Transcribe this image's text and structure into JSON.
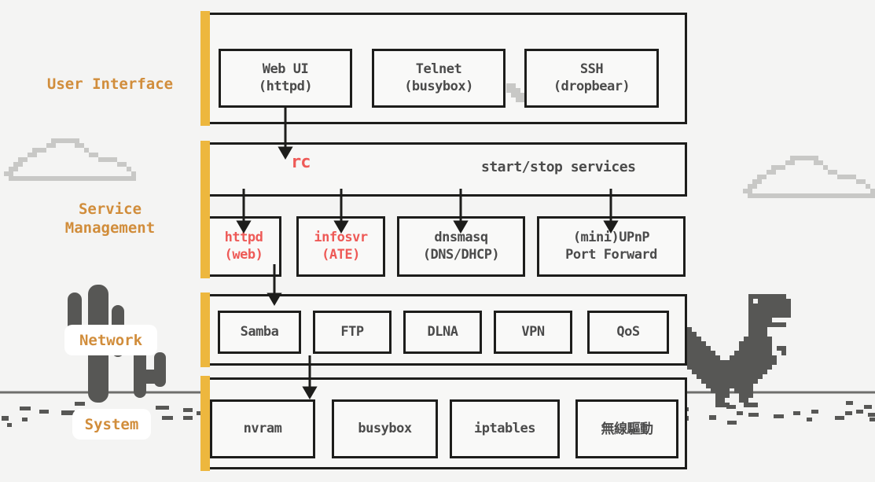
{
  "labels": {
    "user_interface": "User Interface",
    "service_line1": "Service",
    "service_line2": "Management",
    "network": "Network",
    "system": "System"
  },
  "service_strip": {
    "rc": "rc",
    "note": "start/stop services"
  },
  "boxes": {
    "ui": [
      [
        "Web UI",
        "(httpd)"
      ],
      [
        "Telnet",
        "(busybox)"
      ],
      [
        "SSH",
        "(dropbear)"
      ]
    ],
    "service": [
      [
        "httpd",
        "(web)"
      ],
      [
        "infosvr",
        "(ATE)"
      ],
      [
        "dnsmasq",
        "(DNS/DHCP)"
      ],
      [
        "(mini)UPnP",
        "Port Forward"
      ]
    ],
    "network": [
      "Samba",
      "FTP",
      "DLNA",
      "VPN",
      "QoS"
    ],
    "system": [
      "nvram",
      "busybox",
      "iptables",
      "無線驅動"
    ]
  },
  "colors": {
    "accent_orange": "#d18d3b",
    "bar_yellow": "#edb73e",
    "highlight_red": "#ee5a57",
    "box_border": "#1d1d1b",
    "text_dark": "#4b4b4b",
    "pixel_gray": "#575755",
    "ground_gray": "#6e6e6c",
    "cloud_gray": "#c8c8c6"
  },
  "decorations": {
    "dino_pixels": [
      ".............########.",
      ".............#.#######",
      ".............#########",
      ".............#########",
      ".............#########",
      ".............#####....",
      ".............########.",
      "#............####.....",
      "##...........####.....",
      "###.........######....",
      "####.......#######....",
      "#####......#######.##.",
      "######....########..#.",
      "#######..##########...",
      "###################...",
      "##################....",
      ".################.....",
      "..##############......",
      "...############.......",
      "....##########........",
      ".....####.####........",
      "......###..###........",
      "......##...##.........",
      "......###...###......."
    ],
    "cloud_pixels": [
      "..........######............",
      ".........##....##...........",
      "......###........#..........",
      ".....##...........##........",
      "...##...............####....",
      "..##....................##..",
      ".##.......................#.",
      "##.........................#",
      ".###########################"
    ],
    "fragment_pixels": [
      "##..",
      "###.",
      ".###",
      "..##"
    ],
    "ground_debris": [
      [
        2,
        529,
        9,
        6
      ],
      [
        9,
        538,
        6,
        5
      ],
      [
        25,
        517,
        14,
        5
      ],
      [
        28,
        531,
        7,
        5
      ],
      [
        50,
        521,
        12,
        5
      ],
      [
        78,
        522,
        17,
        6
      ],
      [
        95,
        511,
        13,
        5
      ],
      [
        198,
        516,
        17,
        5
      ],
      [
        206,
        529,
        14,
        5
      ],
      [
        233,
        519,
        12,
        5
      ],
      [
        233,
        529,
        12,
        5
      ],
      [
        250,
        523,
        9,
        5
      ],
      [
        869,
        518,
        7,
        5
      ],
      [
        869,
        529,
        7,
        6
      ],
      [
        902,
        528,
        9,
        6
      ],
      [
        924,
        515,
        12,
        5
      ],
      [
        937,
        523,
        8,
        5
      ],
      [
        952,
        525,
        13,
        5
      ],
      [
        925,
        535,
        12,
        5
      ],
      [
        984,
        527,
        13,
        5
      ],
      [
        1009,
        523,
        9,
        5
      ],
      [
        1026,
        531,
        7,
        5
      ],
      [
        1032,
        521,
        9,
        5
      ],
      [
        1062,
        529,
        12,
        5
      ],
      [
        1076,
        510,
        9,
        5
      ],
      [
        1075,
        523,
        9,
        5
      ],
      [
        1089,
        521,
        9,
        5
      ],
      [
        1099,
        515,
        10,
        5
      ],
      [
        1104,
        525,
        10,
        5
      ],
      [
        1106,
        531,
        7,
        5
      ]
    ]
  }
}
